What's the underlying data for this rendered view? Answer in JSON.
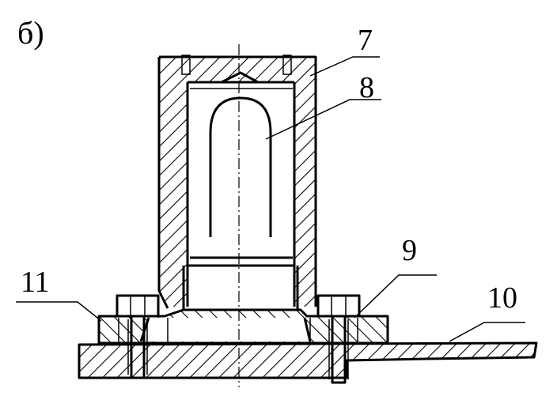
{
  "figure": {
    "subfigure_label": "б)",
    "part_labels": [
      "7",
      "8",
      "9",
      "10",
      "11"
    ]
  },
  "colors": {
    "ink": "#000000",
    "paper": "#ffffff"
  }
}
